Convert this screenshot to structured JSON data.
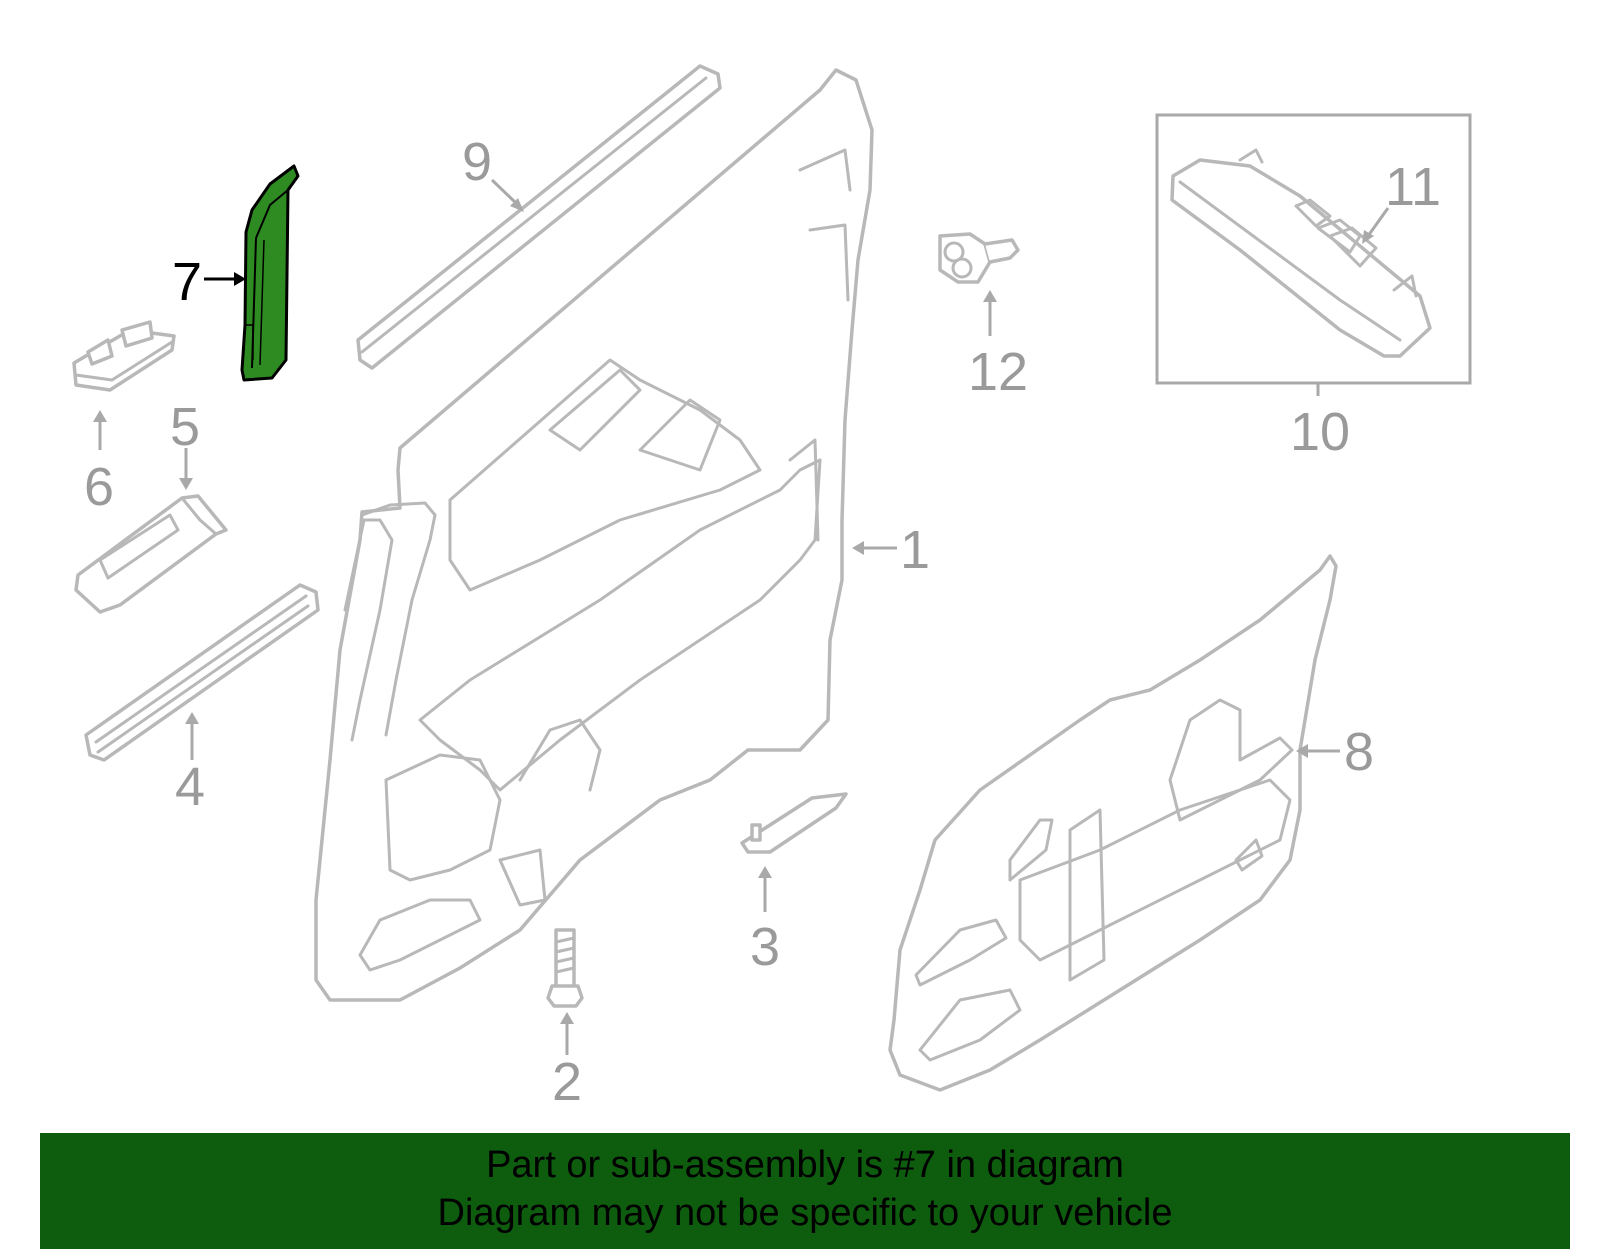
{
  "diagram": {
    "highlighted_part": "7",
    "highlight_color": "#2e8b22",
    "banner_color": "#0e5c0e",
    "callouts": {
      "c1": "1",
      "c2": "2",
      "c3": "3",
      "c4": "4",
      "c5": "5",
      "c6": "6",
      "c7": "7",
      "c8": "8",
      "c9": "9",
      "c10": "10",
      "c11": "11",
      "c12": "12"
    }
  },
  "banner": {
    "line1": "Part or sub-assembly is #7 in diagram",
    "line2": "Diagram may not be specific to your vehicle"
  }
}
